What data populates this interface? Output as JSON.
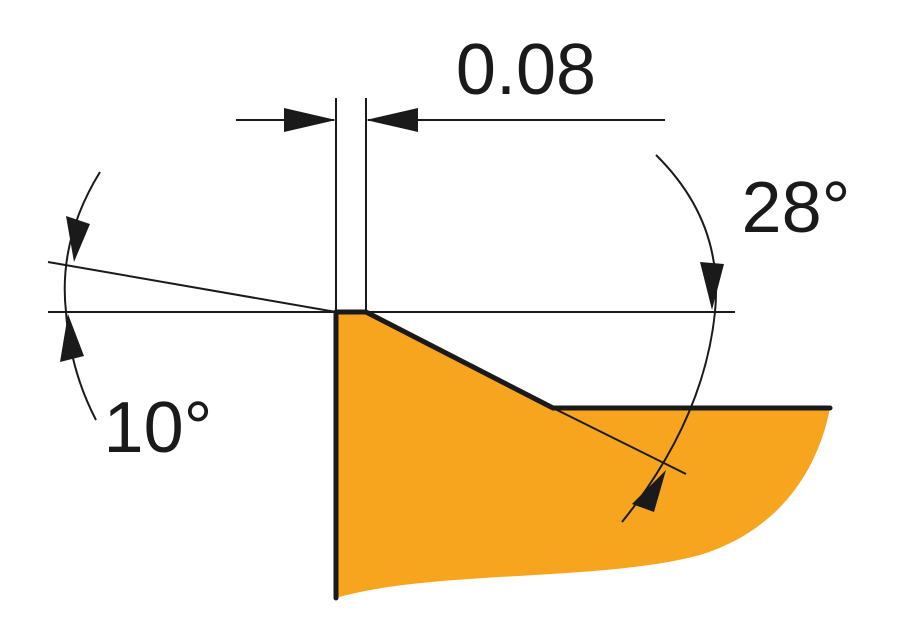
{
  "colors": {
    "insert_fill": "#F7A51E",
    "line": "#1a1a1a",
    "background": "#ffffff"
  },
  "dimensions": {
    "land_width": "0.08",
    "chamfer_angle": "28°",
    "rake_angle": "10°"
  }
}
